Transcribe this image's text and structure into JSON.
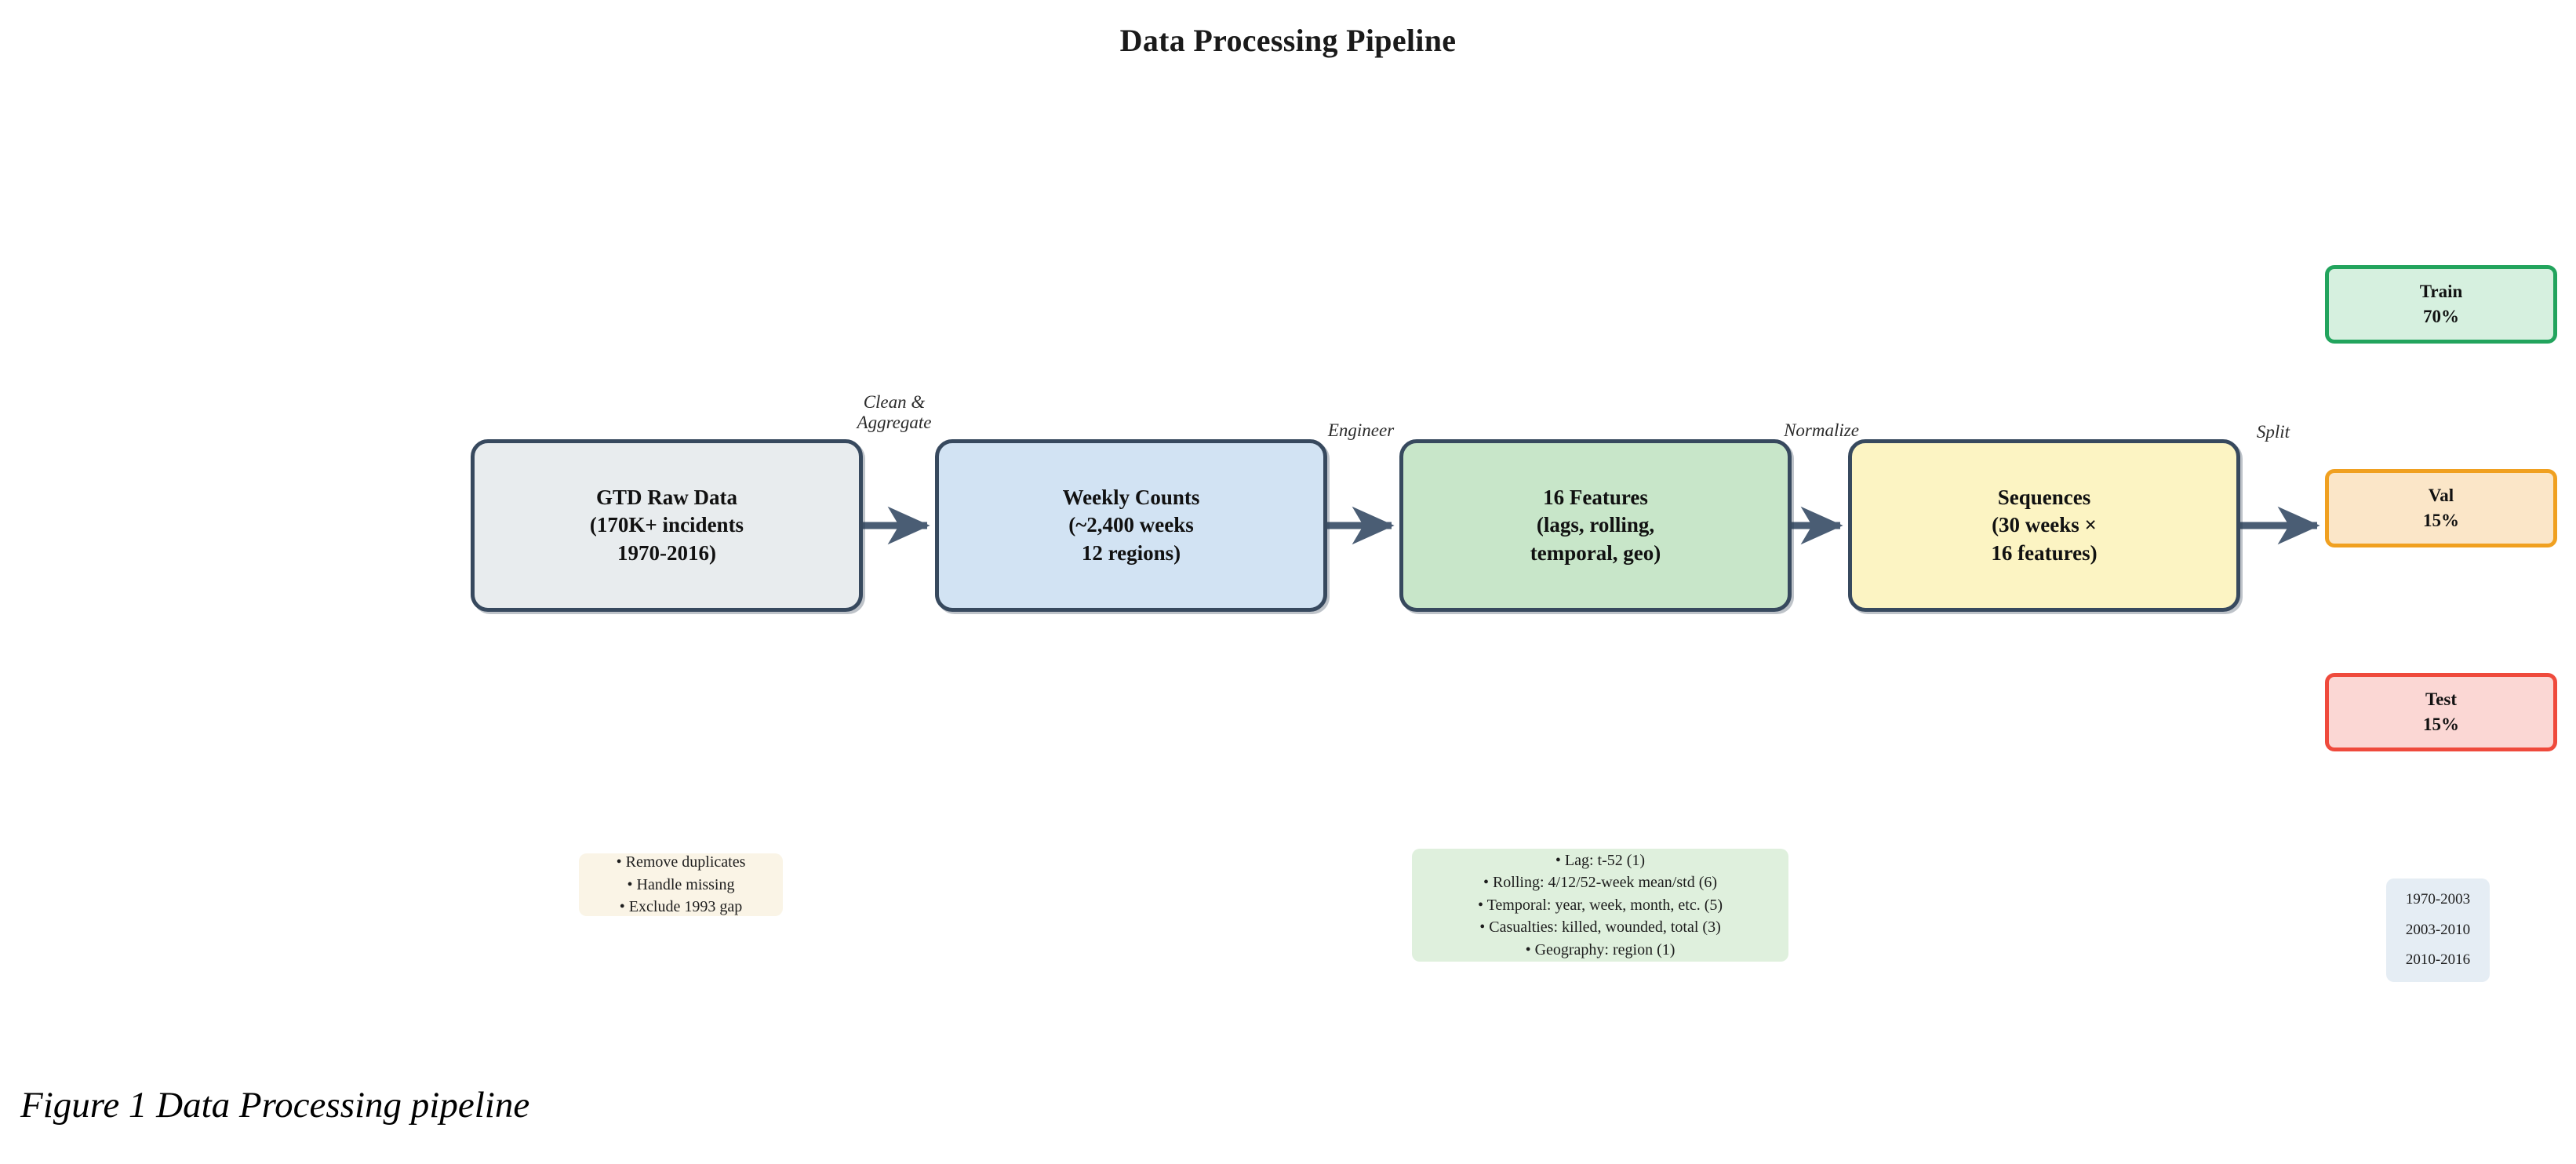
{
  "figure": {
    "title": "Data Processing Pipeline",
    "caption": "Figure 1 Data Processing pipeline"
  },
  "pipeline": {
    "stages": [
      {
        "id": "raw",
        "label": "GTD Raw Data\n(170K+ incidents\n1970-2016)",
        "fill": "#e8ecee",
        "border": "#37495e"
      },
      {
        "id": "weekly",
        "label": "Weekly Counts\n(~2,400 weeks\n12 regions)",
        "fill": "#d2e3f3",
        "border": "#37495e"
      },
      {
        "id": "features",
        "label": "16 Features\n(lags, rolling,\ntemporal, geo)",
        "fill": "#c8e6c9",
        "border": "#37495e"
      },
      {
        "id": "sequences",
        "label": "Sequences\n(30 weeks ×\n16 features)",
        "fill": "#fcf4c3",
        "border": "#37495e"
      }
    ],
    "edge_labels": [
      {
        "id": "clean",
        "label": "Clean &\nAggregate"
      },
      {
        "id": "engineer",
        "label": "Engineer"
      },
      {
        "id": "normalize",
        "label": "Normalize"
      },
      {
        "id": "split",
        "label": "Split"
      }
    ],
    "arrow_color": "#4a5d74"
  },
  "splits": [
    {
      "id": "train",
      "label": "Train\n70%",
      "fill": "#d6f0df",
      "border": "#22a45d"
    },
    {
      "id": "val",
      "label": "Val\n15%",
      "fill": "#fbe6c8",
      "border": "#f0a020"
    },
    {
      "id": "test",
      "label": "Test\n15%",
      "fill": "#fbd7d4",
      "border": "#ef4a3c"
    }
  ],
  "notes": {
    "cleaning": {
      "text": "• Remove duplicates\n• Handle missing\n• Exclude 1993 gap",
      "fill": "#faf4e6"
    },
    "features": {
      "text": "• Lag: t-52 (1)\n• Rolling: 4/12/52-week mean/std (6)\n• Temporal: year, week, month, etc. (5)\n• Casualties: killed, wounded, total (3)\n• Geography: region (1)",
      "fill": "#dff0dd"
    },
    "split_years": {
      "text": "1970-2003\n2003-2010\n2010-2016",
      "fill": "#e5edf4"
    }
  }
}
